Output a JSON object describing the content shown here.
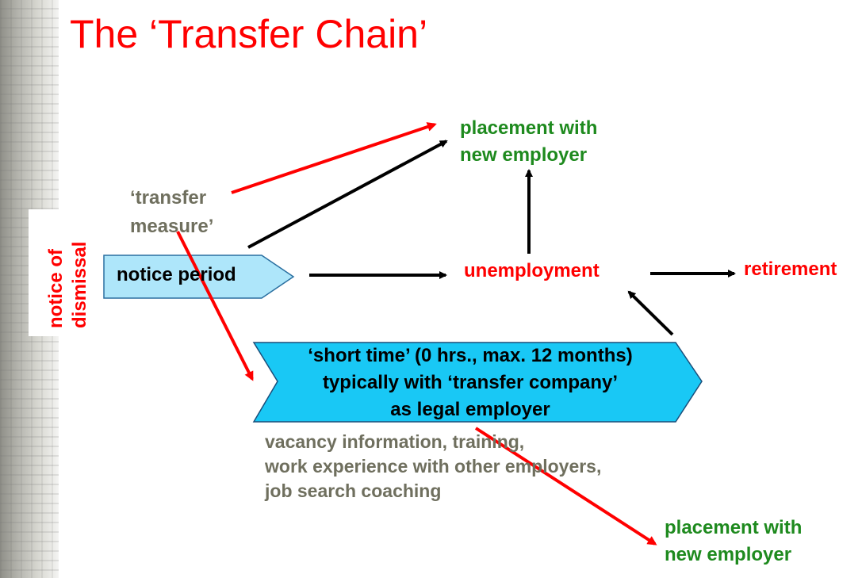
{
  "title": "The ‘Transfer Chain’",
  "notice_of_dismissal": [
    "notice of",
    "dismissal"
  ],
  "transfer_measure": [
    "‘transfer",
    "measure’"
  ],
  "notice_period": "notice period",
  "unemployment": "unemployment",
  "retirement": "retirement",
  "placement_top": [
    "placement with",
    "new employer"
  ],
  "placement_bottom": [
    "placement with",
    "new employer"
  ],
  "short_time": [
    "‘short time’ (0 hrs., max. 12 months)",
    "typically with ‘transfer company’",
    "as  legal employer"
  ],
  "activities": [
    "vacancy information, training,",
    "work experience with other employers,",
    "job search coaching"
  ],
  "colors": {
    "red": "#ff0000",
    "green": "#1e8a1e",
    "gray_text": "#6f6f5e",
    "box_fill": "#aee6fa",
    "box_fill_strong": "#19c8f5"
  }
}
